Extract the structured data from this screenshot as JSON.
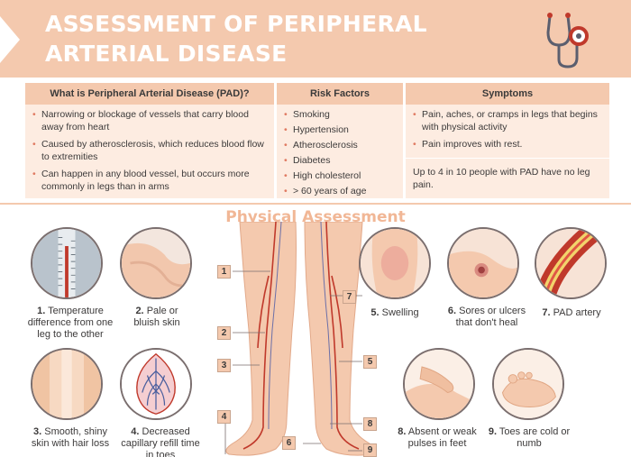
{
  "header": {
    "title_line1": "ASSESSMENT OF PERIPHERAL",
    "title_line2": "ARTERIAL DISEASE",
    "icon": "stethoscope-icon"
  },
  "info": {
    "what": {
      "heading": "What is Peripheral Arterial Disease (PAD)?",
      "items": [
        "Narrowing or blockage of vessels that carry blood away from heart",
        "Caused by atherosclerosis, which reduces blood flow to extremities",
        "Can happen in any blood vessel, but occurs more commonly in legs than in arms"
      ]
    },
    "risk": {
      "heading": "Risk Factors",
      "items": [
        "Smoking",
        "Hypertension",
        "Atherosclerosis",
        "Diabetes",
        "High cholesterol",
        "> 60 years of age"
      ]
    },
    "symptoms": {
      "heading": "Symptoms",
      "items": [
        "Pain, aches, or cramps in legs that begins with physical activity",
        "Pain improves with rest."
      ],
      "note": "Up to 4 in 10 people with PAD have no leg pain."
    }
  },
  "assessment": {
    "title": "Physical Assessment",
    "findings": [
      {
        "num": "1.",
        "text": "Temperature difference from one leg to the other"
      },
      {
        "num": "2.",
        "text": "Pale or bluish skin"
      },
      {
        "num": "3.",
        "text": "Smooth, shiny skin with hair loss"
      },
      {
        "num": "4.",
        "text": "Decreased capillary refill time in toes"
      },
      {
        "num": "5.",
        "text": "Swelling"
      },
      {
        "num": "6.",
        "text": "Sores or ulcers that don't heal"
      },
      {
        "num": "7.",
        "text": "PAD artery"
      },
      {
        "num": "8.",
        "text": "Absent or weak pulses in feet"
      },
      {
        "num": "9.",
        "text": "Toes are cold or numb"
      }
    ],
    "diagram_labels": [
      "1",
      "2",
      "3",
      "4",
      "5",
      "6",
      "7",
      "8",
      "9"
    ]
  },
  "colors": {
    "header_bg": "#f4c9ae",
    "body_bg": "#fdece1",
    "accent": "#e07a62",
    "section_title": "#f1b796"
  }
}
